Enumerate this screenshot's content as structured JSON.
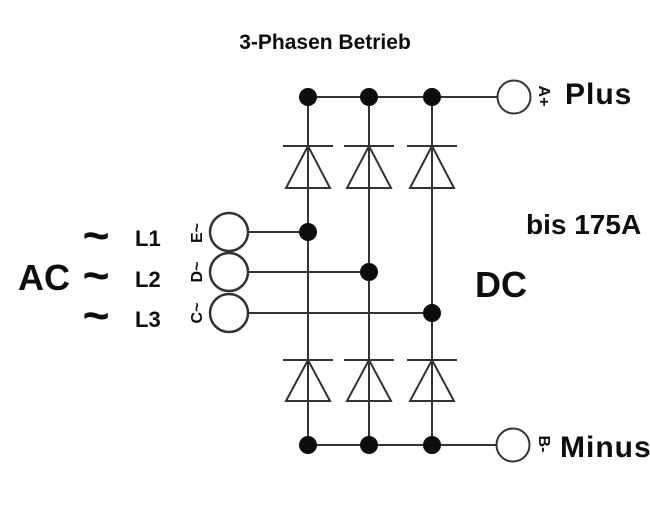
{
  "title": "3-Phasen Betrieb",
  "side_labels": {
    "ac": "AC",
    "dc": "DC",
    "rating": "bis 175A"
  },
  "phases": [
    {
      "wave": "~",
      "name": "L1",
      "terminal": "E~"
    },
    {
      "wave": "~",
      "name": "L2",
      "terminal": "D~"
    },
    {
      "wave": "~",
      "name": "L3",
      "terminal": "C~"
    }
  ],
  "dc_terminals": {
    "plus": {
      "terminal": "A+",
      "label": "Plus"
    },
    "minus": {
      "terminal": "B-",
      "label": "Minus"
    }
  },
  "colors": {
    "background": "#ffffff",
    "line": "#333333",
    "junction": "#0d0d0d",
    "text": "#0d0d0d"
  }
}
